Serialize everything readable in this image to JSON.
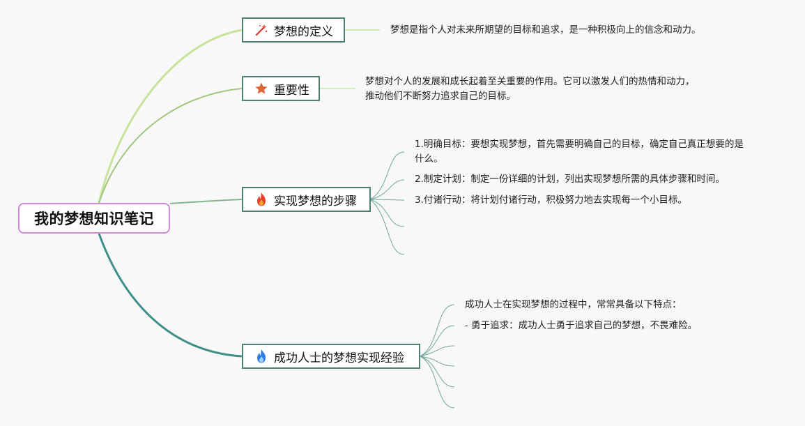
{
  "root": {
    "title": "我的梦想知识笔记"
  },
  "topics": [
    {
      "label": "梦想的定义",
      "icon": "magic-wand-icon",
      "notes": [
        "梦想是指个人对未来所期望的目标和追求，是一种积极向上的信念和动力。"
      ]
    },
    {
      "label": "重要性",
      "icon": "star-icon",
      "notes": [
        "梦想对个人的发展和成长起着至关重要的作用。它可以激发人们的热情和动力，",
        "推动他们不断努力追求自己的目标。"
      ]
    },
    {
      "label": "实现梦想的步骤",
      "icon": "fire-icon",
      "notes": [
        "1.明确目标：要想实现梦想，首先需要明确自己的目标，确定自己真正想要的是",
        "什么。",
        "2.制定计划：制定一份详细的计划，列出实现梦想所需的具体步骤和时间。",
        "3.付诸行动：将计划付诸行动，积极努力地去实现每一个小目标。"
      ]
    },
    {
      "label": "成功人士的梦想实现经验",
      "icon": "blue-flame-icon",
      "notes": [
        "成功人士在实现梦想的过程中，常常具备以下特点：",
        "- 勇于追求：成功人士勇于追求自己的梦想，不畏难险。"
      ]
    }
  ],
  "colors": {
    "root_border": "#d08ad8",
    "topic_border": "#4b7f74",
    "branch_light_green": "#c6e39a",
    "branch_green": "#a2c57d",
    "branch_mid_green": "#86b58a",
    "branch_teal": "#3d8f88"
  }
}
